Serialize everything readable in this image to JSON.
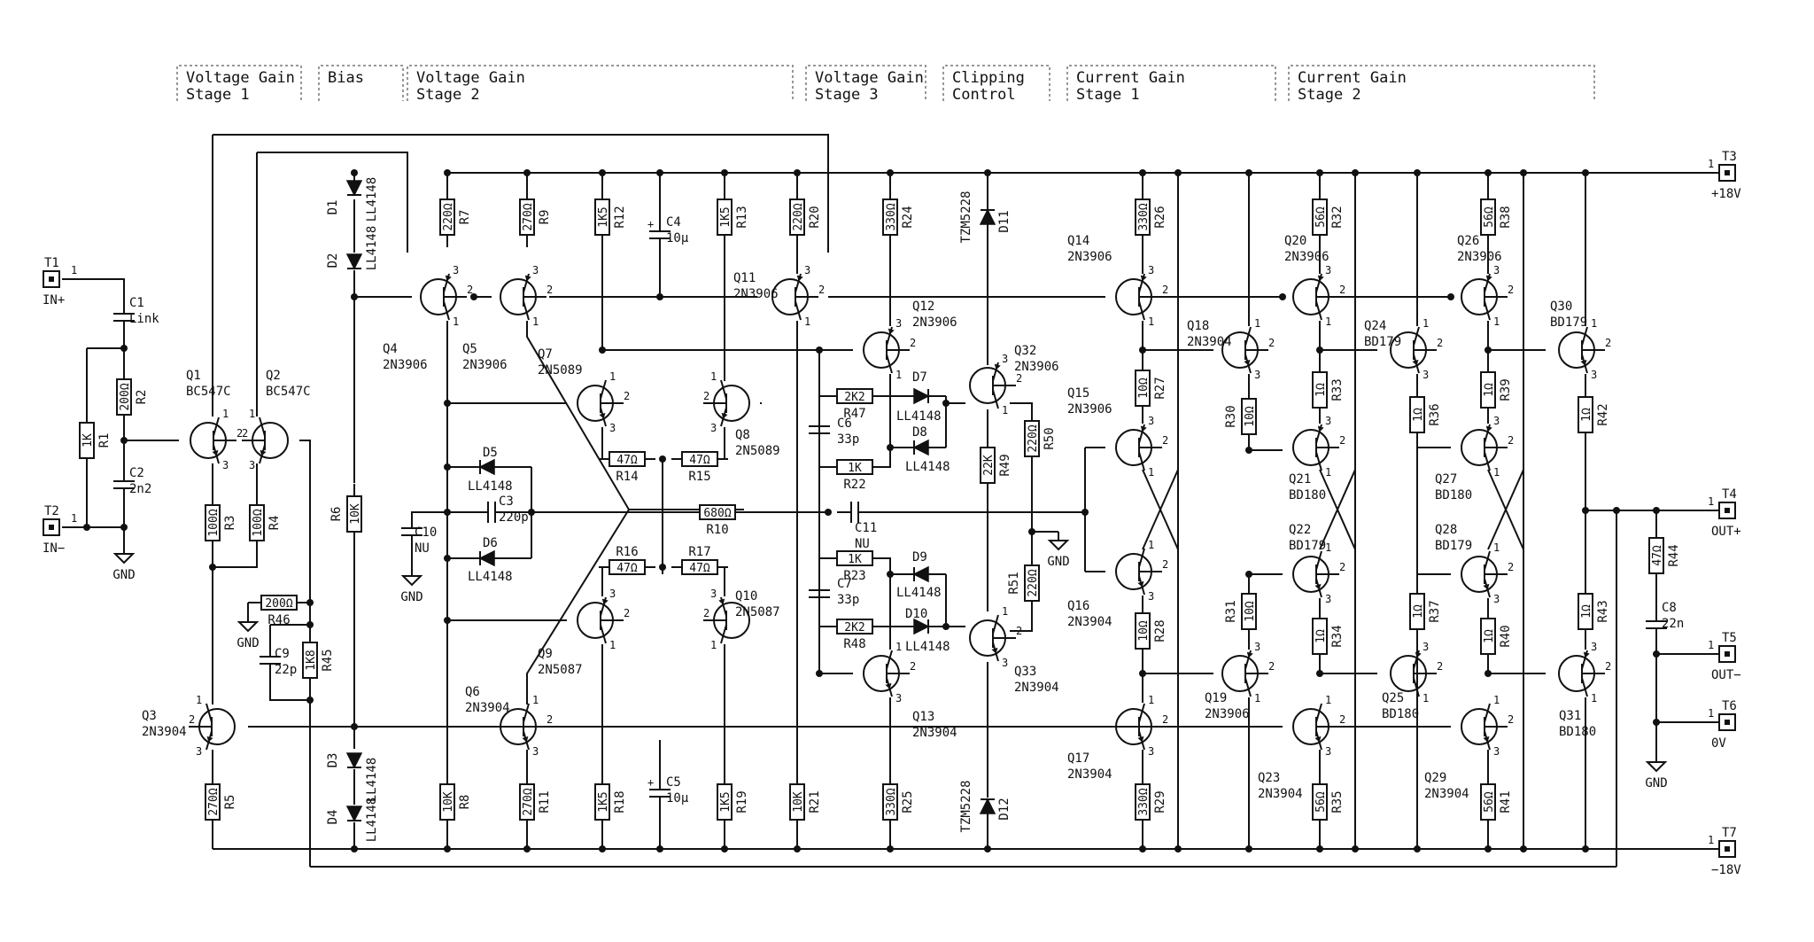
{
  "sections": [
    {
      "id": "vg1",
      "line1": "Voltage Gain",
      "line2": "Stage 1"
    },
    {
      "id": "bias",
      "line1": "Bias",
      "line2": ""
    },
    {
      "id": "vg2",
      "line1": "Voltage Gain",
      "line2": "Stage 2"
    },
    {
      "id": "vg3",
      "line1": "Voltage Gain",
      "line2": "Stage 3"
    },
    {
      "id": "clip",
      "line1": "Clipping",
      "line2": "Control"
    },
    {
      "id": "cg1",
      "line1": "Current Gain",
      "line2": "Stage 1"
    },
    {
      "id": "cg2",
      "line1": "Current Gain",
      "line2": "Stage 2"
    }
  ],
  "connectors": [
    {
      "ref": "T1",
      "net": "IN+",
      "pin": "1"
    },
    {
      "ref": "T2",
      "net": "IN−",
      "pin": "1"
    },
    {
      "ref": "T3",
      "net": "+18V",
      "pin": "1"
    },
    {
      "ref": "T4",
      "net": "OUT+",
      "pin": "1"
    },
    {
      "ref": "T5",
      "net": "OUT−",
      "pin": "1"
    },
    {
      "ref": "T6",
      "net": "0V",
      "pin": "1"
    },
    {
      "ref": "T7",
      "net": "−18V",
      "pin": "1"
    }
  ],
  "gnd_label": "GND",
  "resistors": [
    {
      "ref": "R1",
      "value": "1K"
    },
    {
      "ref": "R2",
      "value": "200Ω"
    },
    {
      "ref": "R3",
      "value": "100Ω"
    },
    {
      "ref": "R4",
      "value": "100Ω"
    },
    {
      "ref": "R5",
      "value": "270Ω"
    },
    {
      "ref": "R6",
      "value": "10K"
    },
    {
      "ref": "R7",
      "value": "220Ω"
    },
    {
      "ref": "R8",
      "value": "10K"
    },
    {
      "ref": "R9",
      "value": "270Ω"
    },
    {
      "ref": "R10",
      "value": "680Ω"
    },
    {
      "ref": "R11",
      "value": "270Ω"
    },
    {
      "ref": "R12",
      "value": "1K5"
    },
    {
      "ref": "R13",
      "value": "1K5"
    },
    {
      "ref": "R14",
      "value": "47Ω"
    },
    {
      "ref": "R15",
      "value": "47Ω"
    },
    {
      "ref": "R16",
      "value": "47Ω"
    },
    {
      "ref": "R17",
      "value": "47Ω"
    },
    {
      "ref": "R18",
      "value": "1K5"
    },
    {
      "ref": "R19",
      "value": "1K5"
    },
    {
      "ref": "R20",
      "value": "220Ω"
    },
    {
      "ref": "R21",
      "value": "10K"
    },
    {
      "ref": "R22",
      "value": "1K"
    },
    {
      "ref": "R23",
      "value": "1K"
    },
    {
      "ref": "R24",
      "value": "330Ω"
    },
    {
      "ref": "R25",
      "value": "330Ω"
    },
    {
      "ref": "R26",
      "value": "330Ω"
    },
    {
      "ref": "R27",
      "value": "10Ω"
    },
    {
      "ref": "R28",
      "value": "10Ω"
    },
    {
      "ref": "R29",
      "value": "330Ω"
    },
    {
      "ref": "R30",
      "value": "10Ω"
    },
    {
      "ref": "R31",
      "value": "10Ω"
    },
    {
      "ref": "R32",
      "value": "56Ω"
    },
    {
      "ref": "R33",
      "value": "1Ω"
    },
    {
      "ref": "R34",
      "value": "1Ω"
    },
    {
      "ref": "R35",
      "value": "56Ω"
    },
    {
      "ref": "R36",
      "value": "1Ω"
    },
    {
      "ref": "R37",
      "value": "1Ω"
    },
    {
      "ref": "R38",
      "value": "56Ω"
    },
    {
      "ref": "R39",
      "value": "1Ω"
    },
    {
      "ref": "R40",
      "value": "1Ω"
    },
    {
      "ref": "R41",
      "value": "56Ω"
    },
    {
      "ref": "R42",
      "value": "1Ω"
    },
    {
      "ref": "R43",
      "value": "1Ω"
    },
    {
      "ref": "R44",
      "value": "47Ω"
    },
    {
      "ref": "R45",
      "value": "1K8"
    },
    {
      "ref": "R46",
      "value": "200Ω"
    },
    {
      "ref": "R47",
      "value": "2K2"
    },
    {
      "ref": "R48",
      "value": "2K2"
    },
    {
      "ref": "R49",
      "value": "22K"
    },
    {
      "ref": "R50",
      "value": "220Ω"
    },
    {
      "ref": "R51",
      "value": "220Ω"
    }
  ],
  "capacitors": [
    {
      "ref": "C1",
      "value": "Link"
    },
    {
      "ref": "C2",
      "value": "2n2"
    },
    {
      "ref": "C3",
      "value": "220p"
    },
    {
      "ref": "C4",
      "value": "10µ"
    },
    {
      "ref": "C5",
      "value": "10µ"
    },
    {
      "ref": "C6",
      "value": "33p"
    },
    {
      "ref": "C7",
      "value": "33p"
    },
    {
      "ref": "C8",
      "value": "22n"
    },
    {
      "ref": "C9",
      "value": "22p"
    },
    {
      "ref": "C10",
      "value": "NU"
    },
    {
      "ref": "C11",
      "value": "NU"
    }
  ],
  "diodes": [
    {
      "ref": "D1",
      "value": "LL4148"
    },
    {
      "ref": "D2",
      "value": "LL4148"
    },
    {
      "ref": "D3",
      "value": "LL4148"
    },
    {
      "ref": "D4",
      "value": "LL4148"
    },
    {
      "ref": "D5",
      "value": "LL4148"
    },
    {
      "ref": "D6",
      "value": "LL4148"
    },
    {
      "ref": "D7",
      "value": "LL4148"
    },
    {
      "ref": "D8",
      "value": "LL4148"
    },
    {
      "ref": "D9",
      "value": "LL4148"
    },
    {
      "ref": "D10",
      "value": "LL4148"
    },
    {
      "ref": "D11",
      "value": "TZM5228"
    },
    {
      "ref": "D12",
      "value": "TZM5228"
    }
  ],
  "transistors": [
    {
      "ref": "Q1",
      "value": "BC547C"
    },
    {
      "ref": "Q2",
      "value": "BC547C"
    },
    {
      "ref": "Q3",
      "value": "2N3904"
    },
    {
      "ref": "Q4",
      "value": "2N3906"
    },
    {
      "ref": "Q5",
      "value": "2N3906"
    },
    {
      "ref": "Q6",
      "value": "2N3904"
    },
    {
      "ref": "Q7",
      "value": "2N5089"
    },
    {
      "ref": "Q8",
      "value": "2N5089"
    },
    {
      "ref": "Q9",
      "value": "2N5087"
    },
    {
      "ref": "Q10",
      "value": "2N5087"
    },
    {
      "ref": "Q11",
      "value": "2N3906"
    },
    {
      "ref": "Q12",
      "value": "2N3906"
    },
    {
      "ref": "Q13",
      "value": "2N3904"
    },
    {
      "ref": "Q14",
      "value": "2N3906"
    },
    {
      "ref": "Q15",
      "value": "2N3906"
    },
    {
      "ref": "Q16",
      "value": "2N3904"
    },
    {
      "ref": "Q17",
      "value": "2N3904"
    },
    {
      "ref": "Q18",
      "value": "2N3904"
    },
    {
      "ref": "Q19",
      "value": "2N3906"
    },
    {
      "ref": "Q20",
      "value": "2N3906"
    },
    {
      "ref": "Q21",
      "value": "BD180"
    },
    {
      "ref": "Q22",
      "value": "BD179"
    },
    {
      "ref": "Q23",
      "value": "2N3904"
    },
    {
      "ref": "Q24",
      "value": "BD179"
    },
    {
      "ref": "Q25",
      "value": "BD180"
    },
    {
      "ref": "Q26",
      "value": "2N3906"
    },
    {
      "ref": "Q27",
      "value": "BD180"
    },
    {
      "ref": "Q28",
      "value": "BD179"
    },
    {
      "ref": "Q29",
      "value": "2N3904"
    },
    {
      "ref": "Q30",
      "value": "BD179"
    },
    {
      "ref": "Q31",
      "value": "BD180"
    },
    {
      "ref": "Q32",
      "value": "2N3906"
    },
    {
      "ref": "Q33",
      "value": "2N3904"
    }
  ]
}
